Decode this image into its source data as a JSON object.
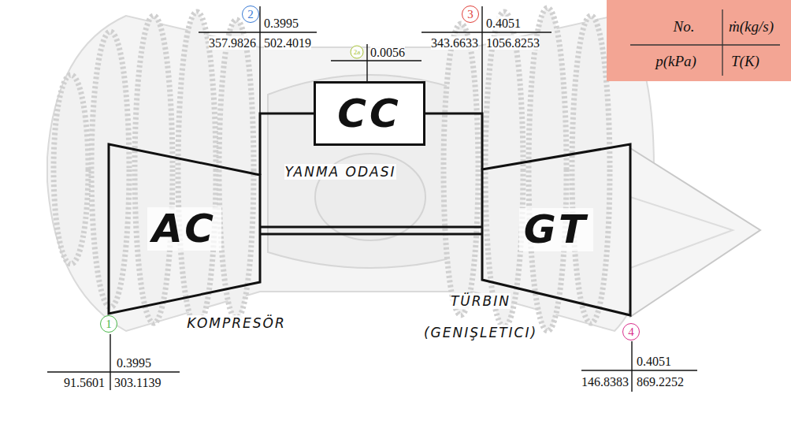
{
  "diagram": {
    "nodes": [
      {
        "text": [
          "AC"
        ]
      },
      {
        "text": [
          "CC"
        ]
      },
      {
        "text": [
          "GT"
        ]
      }
    ],
    "edges": [
      {
        "from": 0,
        "to": 1,
        "arrow": "none"
      },
      {
        "from": 1,
        "to": 2,
        "arrow": "none"
      },
      {
        "from": 0,
        "to": 2,
        "arrow": "none"
      }
    ],
    "labels": [
      "No.",
      "ṁ(kg/s)",
      "p(kPa)",
      "T(K)",
      "2",
      "0.3995",
      "357.9826",
      "502.4019",
      "2a",
      "0.0056",
      "3",
      "0.4051",
      "343.6633",
      "1056.8253",
      "YANMA ODASI",
      "1",
      "0.3995",
      "91.5601",
      "303.1139",
      "KOMPRESÖR",
      "TÜRBIN (GENIŞLETICI)",
      "4",
      "0.4051",
      "146.8383",
      "869.2252"
    ]
  }
}
